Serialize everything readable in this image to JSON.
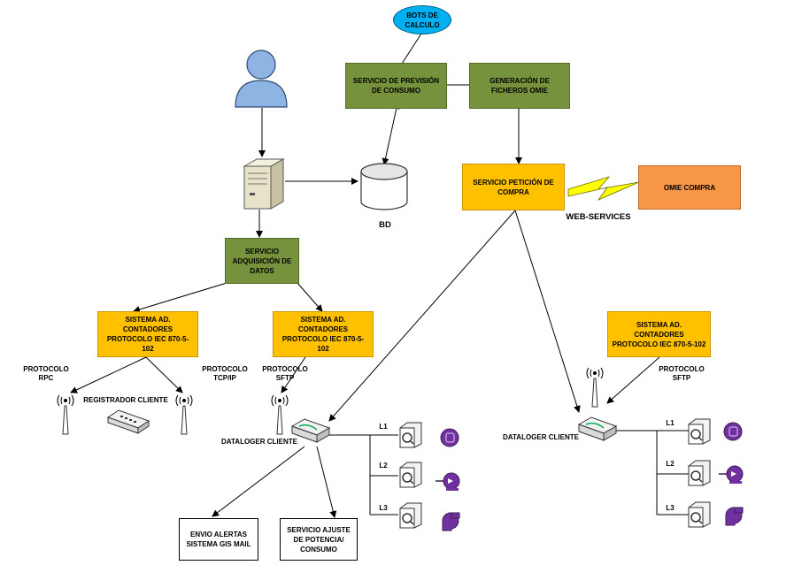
{
  "nodes": {
    "bots": "BOTS DE CALCULO",
    "prevision": "SERVICIO DE PREVISIÓN DE CONSUMO",
    "generacion": "GENERACIÓN DE FICHEROS OMIE",
    "peticion": "SERVICIO PETICIÓN DE COMPRA",
    "omie": "OMIE COMPRA",
    "bd": "BD",
    "web_services": "WEB-SERVICES",
    "adquisicion": "SERVICIO ADQUISICIÓN DE DATOS",
    "sistema_left": "SISTEMA AD. CONTADORES PROTOCOLO IEC 870-5-102",
    "sistema_mid": "SISTEMA AD. CONTADORES PROTOCOLO IEC 870-5-102",
    "sistema_right": "SISTEMA AD. CONTADORES PROTOCOLO IEC 870-5-102",
    "envio": "ENVIO ALERTAS SISTEMA GIS MAIL",
    "ajuste": "SERVICIO AJUSTE DE POTENCIA/ CONSUMO"
  },
  "labels": {
    "protocolo_rpc": "PROTOCOLO RPC",
    "protocolo_tcp": "PROTOCOLO TCP/IP",
    "protocolo_sftp_mid": "PROTOCOLO SFTP",
    "protocolo_sftp_right": "PROTOCOLO SFTP",
    "registrador": "REGISTRADOR CLIENTE",
    "datalogger_mid": "DATALOGER CLIENTE",
    "datalogger_right": "DATALOGER CLIENTE",
    "lines_mid": [
      "L1",
      "L2",
      "L3"
    ],
    "lines_right": [
      "L1",
      "L2",
      "L3"
    ]
  },
  "colors": {
    "green": "#77923c",
    "orange": "#ffc000",
    "salmon": "#f79646",
    "bots_blue": "#00b0f0",
    "lightning": "#ffff00",
    "purple": "#7030a0"
  }
}
